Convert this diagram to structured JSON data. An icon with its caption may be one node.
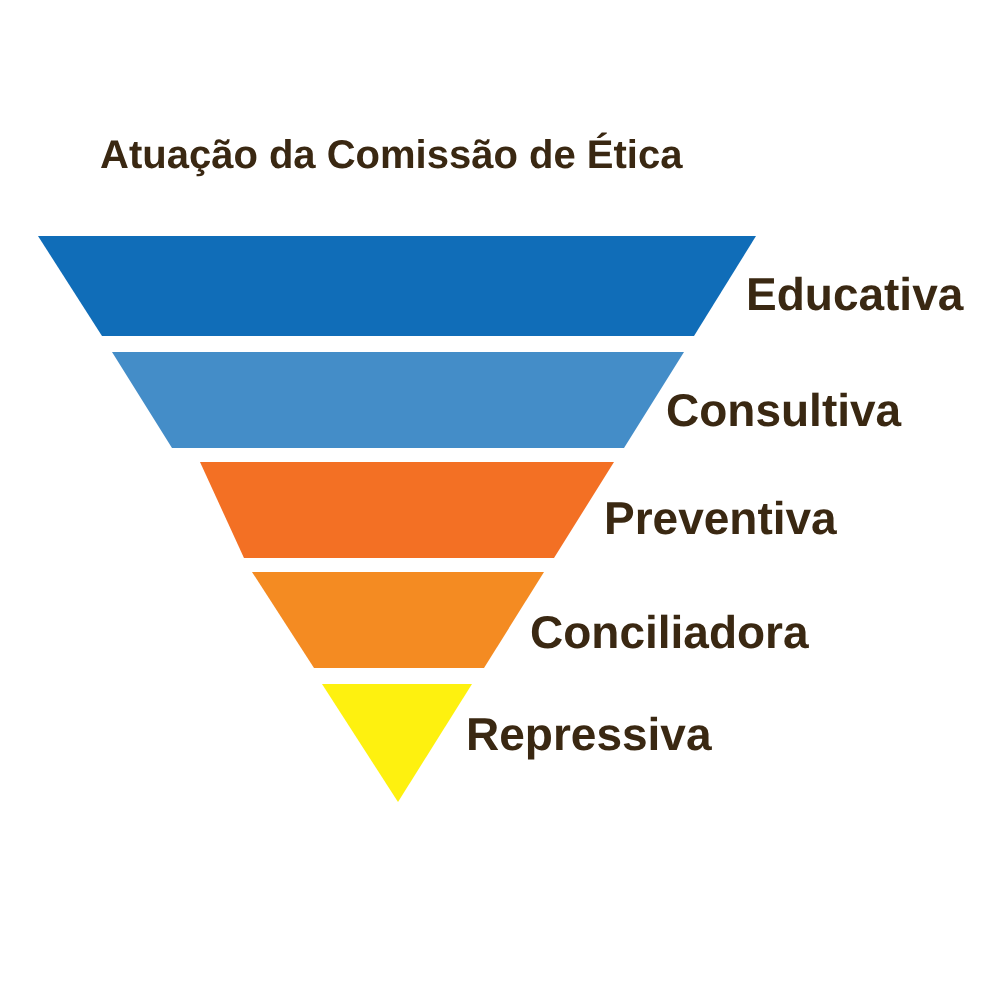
{
  "diagram": {
    "title": "Atuação da Comissão de Ética",
    "nodes": [
      {
        "text": [
          "Educativa"
        ]
      },
      {
        "text": [
          "Consultiva"
        ]
      },
      {
        "text": [
          "Preventiva"
        ]
      },
      {
        "text": [
          "Conciliadora"
        ]
      },
      {
        "text": [
          "Repressiva"
        ]
      }
    ]
  }
}
